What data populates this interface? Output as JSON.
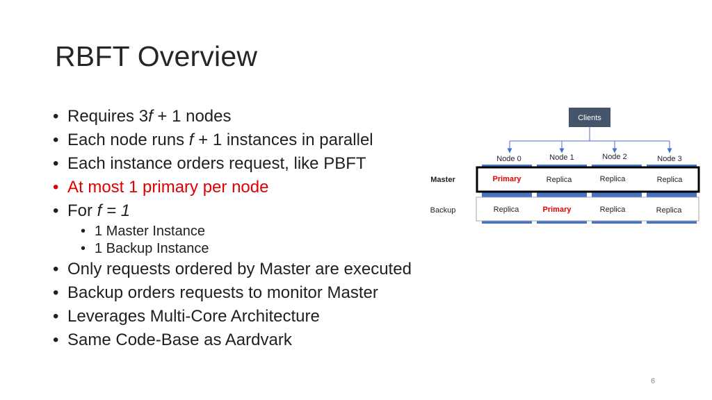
{
  "slide": {
    "title": "RBFT Overview",
    "page_number": "6"
  },
  "bullets": {
    "b1": {
      "pre": "Requires 3",
      "var": "f",
      "post": " + 1 nodes"
    },
    "b2": {
      "pre": "Each node runs ",
      "var": "f",
      "post": " + 1 instances in parallel"
    },
    "b3": "Each instance orders request, like PBFT",
    "b4": "At most 1 primary per node",
    "b5": {
      "pre": "For ",
      "var": "f = 1"
    },
    "sub1": "1 Master Instance",
    "sub2": "1 Backup Instance",
    "b6": "Only requests ordered by Master are executed",
    "b7": "Backup orders requests to monitor Master",
    "b8": "Leverages Multi-Core Architecture",
    "b9": "Same Code-Base as Aardvark"
  },
  "diagram": {
    "clients_label": "Clients",
    "row_labels": {
      "master": "Master",
      "backup": "Backup"
    },
    "nodes": [
      "Node 0",
      "Node 1",
      "Node 2",
      "Node 3"
    ],
    "master_row": [
      "Primary",
      "Replica",
      "Replica",
      "Replica"
    ],
    "backup_row": [
      "Replica",
      "Primary",
      "Replica",
      "Replica"
    ],
    "colors": {
      "clients_fill": "#44546a",
      "node_blue": "#4472c4",
      "primary_red": "#e00000",
      "master_border": "#000000"
    }
  }
}
